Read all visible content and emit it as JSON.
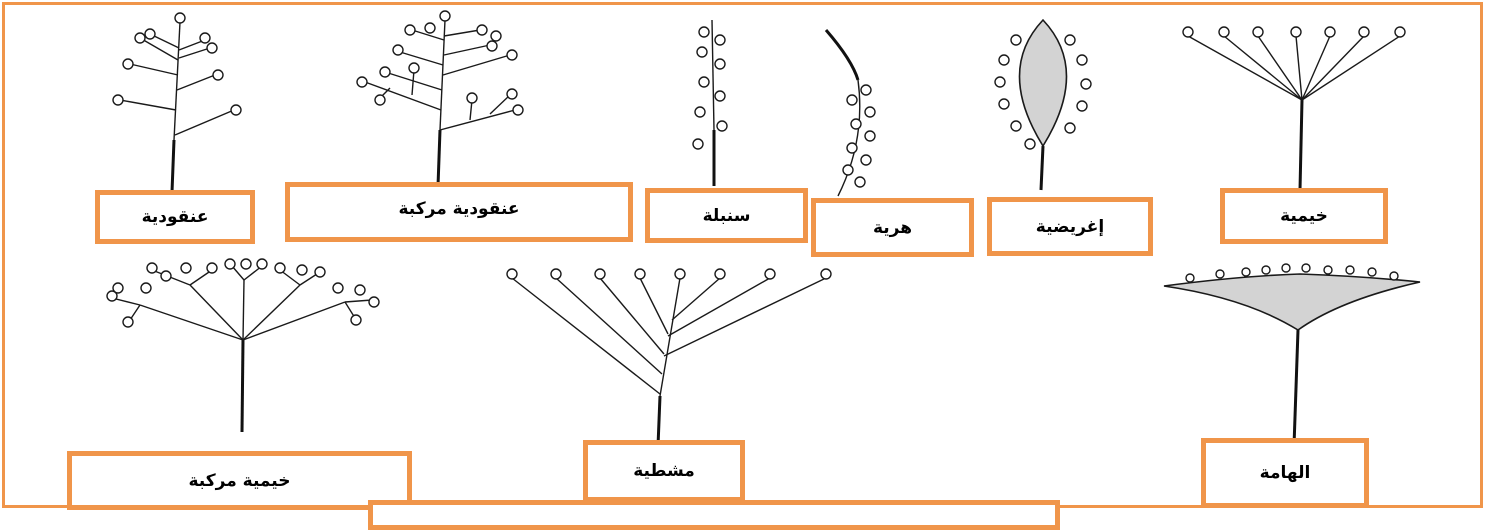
{
  "colors": {
    "frame": "#f0954a",
    "line": "#1a1a1a",
    "fill": "#d3d3d3"
  },
  "labels": {
    "raceme": "عنقودية",
    "compound_raceme": "عنقودية مركبة",
    "spike": "سنبلة",
    "catkin": "هرية",
    "spadix": "إغريضية",
    "umbel": "خيمية",
    "compound_umbel": "خيمية مركبة",
    "corymb": "مشطية",
    "capitulum": "الهامة",
    "bottom_box": ""
  }
}
